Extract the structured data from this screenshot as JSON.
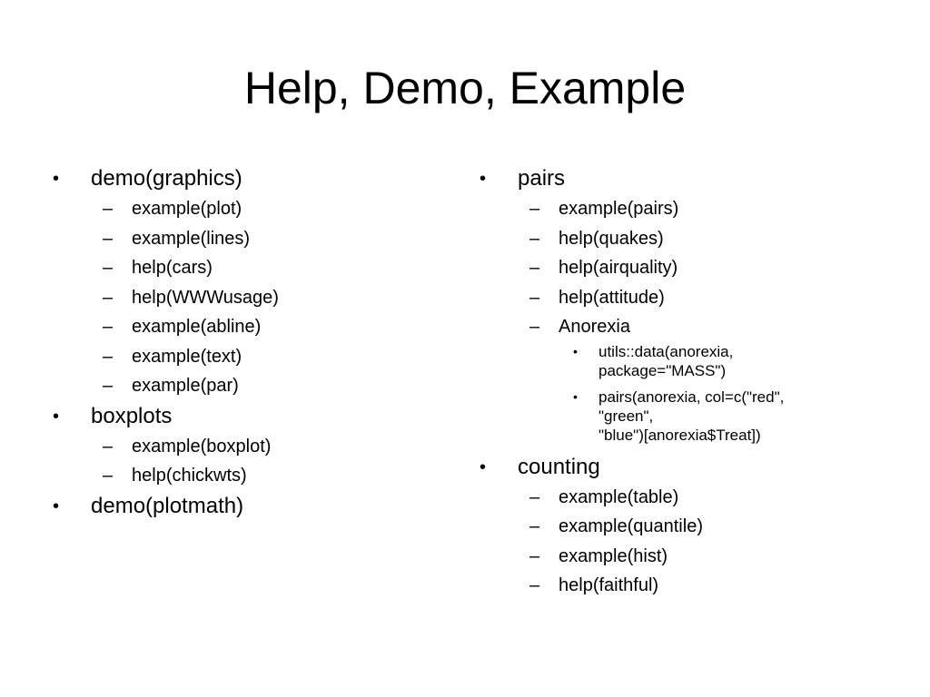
{
  "slide": {
    "title": "Help, Demo, Example",
    "bullet_glyph": "•",
    "dash_glyph": "–",
    "left": {
      "items": [
        {
          "text": "demo(graphics)",
          "children": [
            "example(plot)",
            "example(lines)",
            "help(cars)",
            "help(WWWusage)",
            "example(abline)",
            "example(text)",
            "example(par)"
          ]
        },
        {
          "text": "boxplots",
          "children": [
            "example(boxplot)",
            "help(chickwts)"
          ]
        },
        {
          "text": "demo(plotmath)",
          "children": []
        }
      ]
    },
    "right": {
      "items": [
        {
          "text": "pairs",
          "children": [
            "example(pairs)",
            "help(quakes)",
            "help(airquality)",
            "help(attitude)",
            "Anorexia"
          ],
          "anorexia_sub": [
            "utils::data(anorexia,\npackage=\"MASS\")",
            "pairs(anorexia, col=c(\"red\",\n\"green\",\n\"blue\")[anorexia$Treat])"
          ]
        },
        {
          "text": "counting",
          "children": [
            "example(table)",
            "example(quantile)",
            "example(hist)",
            "help(faithful)"
          ]
        }
      ]
    }
  }
}
